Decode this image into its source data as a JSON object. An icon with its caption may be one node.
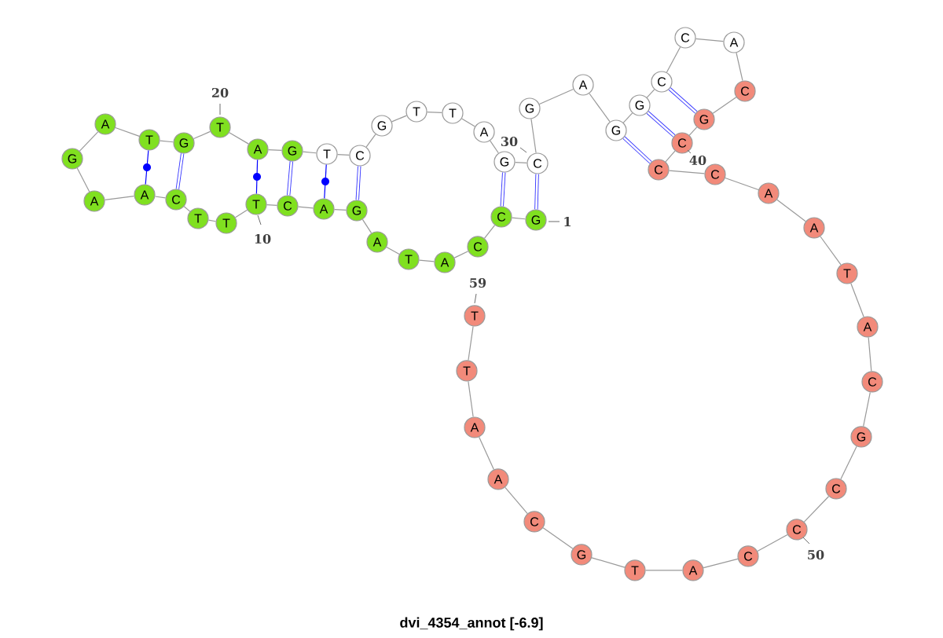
{
  "diagram": {
    "caption": "dvi_4354_annot [-6.9]",
    "nodes": [
      {
        "text": [
          "G"
        ],
        "beside": [
          "1"
        ]
      },
      {
        "text": [
          "C"
        ]
      },
      {
        "text": [
          "C"
        ]
      },
      {
        "text": [
          "A"
        ]
      },
      {
        "text": [
          "T"
        ]
      },
      {
        "text": [
          "A"
        ]
      },
      {
        "text": [
          "G"
        ]
      },
      {
        "text": [
          "A"
        ]
      },
      {
        "text": [
          "C"
        ]
      },
      {
        "text": [
          "T"
        ],
        "beside": [
          "10"
        ]
      },
      {
        "text": [
          "T"
        ]
      },
      {
        "text": [
          "T"
        ]
      },
      {
        "text": [
          "C"
        ]
      },
      {
        "text": [
          "A"
        ]
      },
      {
        "text": [
          "A"
        ]
      },
      {
        "text": [
          "G"
        ]
      },
      {
        "text": [
          "A"
        ]
      },
      {
        "text": [
          "T"
        ]
      },
      {
        "text": [
          "G"
        ]
      },
      {
        "text": [
          "T"
        ],
        "beside": [
          "20"
        ]
      },
      {
        "text": [
          "A"
        ]
      },
      {
        "text": [
          "G"
        ]
      },
      {
        "text": [
          "T"
        ]
      },
      {
        "text": [
          "C"
        ]
      },
      {
        "text": [
          "G"
        ]
      },
      {
        "text": [
          "T"
        ]
      },
      {
        "text": [
          "T"
        ]
      },
      {
        "text": [
          "A"
        ]
      },
      {
        "text": [
          "G"
        ]
      },
      {
        "text": [
          "C"
        ],
        "beside": [
          "30"
        ]
      },
      {
        "text": [
          "G"
        ]
      },
      {
        "text": [
          "A"
        ]
      },
      {
        "text": [
          "G"
        ]
      },
      {
        "text": [
          "G"
        ]
      },
      {
        "text": [
          "C"
        ]
      },
      {
        "text": [
          "C"
        ]
      },
      {
        "text": [
          "A"
        ]
      },
      {
        "text": [
          "C"
        ]
      },
      {
        "text": [
          "G"
        ]
      },
      {
        "text": [
          "C"
        ],
        "beside": [
          "40"
        ]
      },
      {
        "text": [
          "C"
        ]
      },
      {
        "text": [
          "C"
        ]
      },
      {
        "text": [
          "A"
        ]
      },
      {
        "text": [
          "A"
        ]
      },
      {
        "text": [
          "T"
        ]
      },
      {
        "text": [
          "A"
        ]
      },
      {
        "text": [
          "C"
        ]
      },
      {
        "text": [
          "G"
        ]
      },
      {
        "text": [
          "C"
        ]
      },
      {
        "text": [
          "C"
        ],
        "beside": [
          "50"
        ]
      },
      {
        "text": [
          "C"
        ]
      },
      {
        "text": [
          "A"
        ]
      },
      {
        "text": [
          "T"
        ]
      },
      {
        "text": [
          "G"
        ]
      },
      {
        "text": [
          "C"
        ]
      },
      {
        "text": [
          "A"
        ]
      },
      {
        "text": [
          "A"
        ]
      },
      {
        "text": [
          "T"
        ]
      },
      {
        "text": [
          "T"
        ],
        "beside": [
          "59"
        ]
      }
    ],
    "edges": [
      {
        "from": 0,
        "to": 1,
        "arrow": "none"
      },
      {
        "from": 1,
        "to": 2,
        "arrow": "none"
      },
      {
        "from": 2,
        "to": 3,
        "arrow": "none"
      },
      {
        "from": 3,
        "to": 4,
        "arrow": "none"
      },
      {
        "from": 4,
        "to": 5,
        "arrow": "none"
      },
      {
        "from": 5,
        "to": 6,
        "arrow": "none"
      },
      {
        "from": 6,
        "to": 7,
        "arrow": "none"
      },
      {
        "from": 7,
        "to": 8,
        "arrow": "none"
      },
      {
        "from": 8,
        "to": 9,
        "arrow": "none"
      },
      {
        "from": 9,
        "to": 10,
        "arrow": "none"
      },
      {
        "from": 10,
        "to": 11,
        "arrow": "none"
      },
      {
        "from": 11,
        "to": 12,
        "arrow": "none"
      },
      {
        "from": 12,
        "to": 13,
        "arrow": "none"
      },
      {
        "from": 13,
        "to": 14,
        "arrow": "none"
      },
      {
        "from": 14,
        "to": 15,
        "arrow": "none"
      },
      {
        "from": 15,
        "to": 16,
        "arrow": "none"
      },
      {
        "from": 16,
        "to": 17,
        "arrow": "none"
      },
      {
        "from": 17,
        "to": 18,
        "arrow": "none"
      },
      {
        "from": 18,
        "to": 19,
        "arrow": "none"
      },
      {
        "from": 19,
        "to": 20,
        "arrow": "none"
      },
      {
        "from": 20,
        "to": 21,
        "arrow": "none"
      },
      {
        "from": 21,
        "to": 22,
        "arrow": "none"
      },
      {
        "from": 22,
        "to": 23,
        "arrow": "none"
      },
      {
        "from": 23,
        "to": 24,
        "arrow": "none"
      },
      {
        "from": 24,
        "to": 25,
        "arrow": "none"
      },
      {
        "from": 25,
        "to": 26,
        "arrow": "none"
      },
      {
        "from": 26,
        "to": 27,
        "arrow": "none"
      },
      {
        "from": 27,
        "to": 28,
        "arrow": "none"
      },
      {
        "from": 28,
        "to": 29,
        "arrow": "none"
      },
      {
        "from": 29,
        "to": 30,
        "arrow": "none"
      },
      {
        "from": 30,
        "to": 31,
        "arrow": "none"
      },
      {
        "from": 31,
        "to": 32,
        "arrow": "none"
      },
      {
        "from": 32,
        "to": 33,
        "arrow": "none"
      },
      {
        "from": 33,
        "to": 34,
        "arrow": "none"
      },
      {
        "from": 34,
        "to": 35,
        "arrow": "none"
      },
      {
        "from": 35,
        "to": 36,
        "arrow": "none"
      },
      {
        "from": 36,
        "to": 37,
        "arrow": "none"
      },
      {
        "from": 37,
        "to": 38,
        "arrow": "none"
      },
      {
        "from": 38,
        "to": 39,
        "arrow": "none"
      },
      {
        "from": 39,
        "to": 40,
        "arrow": "none"
      },
      {
        "from": 40,
        "to": 41,
        "arrow": "none"
      },
      {
        "from": 41,
        "to": 42,
        "arrow": "none"
      },
      {
        "from": 42,
        "to": 43,
        "arrow": "none"
      },
      {
        "from": 43,
        "to": 44,
        "arrow": "none"
      },
      {
        "from": 44,
        "to": 45,
        "arrow": "none"
      },
      {
        "from": 45,
        "to": 46,
        "arrow": "none"
      },
      {
        "from": 46,
        "to": 47,
        "arrow": "none"
      },
      {
        "from": 47,
        "to": 48,
        "arrow": "none"
      },
      {
        "from": 48,
        "to": 49,
        "arrow": "none"
      },
      {
        "from": 49,
        "to": 50,
        "arrow": "none"
      },
      {
        "from": 50,
        "to": 51,
        "arrow": "none"
      },
      {
        "from": 51,
        "to": 52,
        "arrow": "none"
      },
      {
        "from": 52,
        "to": 53,
        "arrow": "none"
      },
      {
        "from": 53,
        "to": 54,
        "arrow": "none"
      },
      {
        "from": 54,
        "to": 55,
        "arrow": "none"
      },
      {
        "from": 55,
        "to": 56,
        "arrow": "none"
      },
      {
        "from": 56,
        "to": 57,
        "arrow": "none"
      },
      {
        "from": 57,
        "to": 58,
        "arrow": "none"
      },
      {
        "from": 0,
        "to": 29,
        "arrow": "none",
        "style": "thick",
        "color": "#3333ff"
      },
      {
        "from": 1,
        "to": 28,
        "arrow": "none",
        "style": "thick",
        "color": "#3333ff"
      },
      {
        "from": 6,
        "to": 23,
        "arrow": "none",
        "style": "thick",
        "color": "#3333ff"
      },
      {
        "from": 7,
        "to": 22,
        "arrow": "none",
        "color": "#0000ff"
      },
      {
        "from": 8,
        "to": 21,
        "arrow": "none",
        "style": "thick",
        "color": "#3333ff"
      },
      {
        "from": 9,
        "to": 20,
        "arrow": "none",
        "color": "#0000ff"
      },
      {
        "from": 12,
        "to": 18,
        "arrow": "none",
        "style": "thick",
        "color": "#3333ff"
      },
      {
        "from": 13,
        "to": 17,
        "arrow": "none",
        "color": "#0000ff"
      },
      {
        "from": 32,
        "to": 40,
        "arrow": "none",
        "style": "thick",
        "color": "#3333ff"
      },
      {
        "from": 33,
        "to": 39,
        "arrow": "none",
        "style": "thick",
        "color": "#3333ff"
      },
      {
        "from": 34,
        "to": 38,
        "arrow": "none",
        "style": "thick",
        "color": "#3333ff"
      }
    ]
  }
}
